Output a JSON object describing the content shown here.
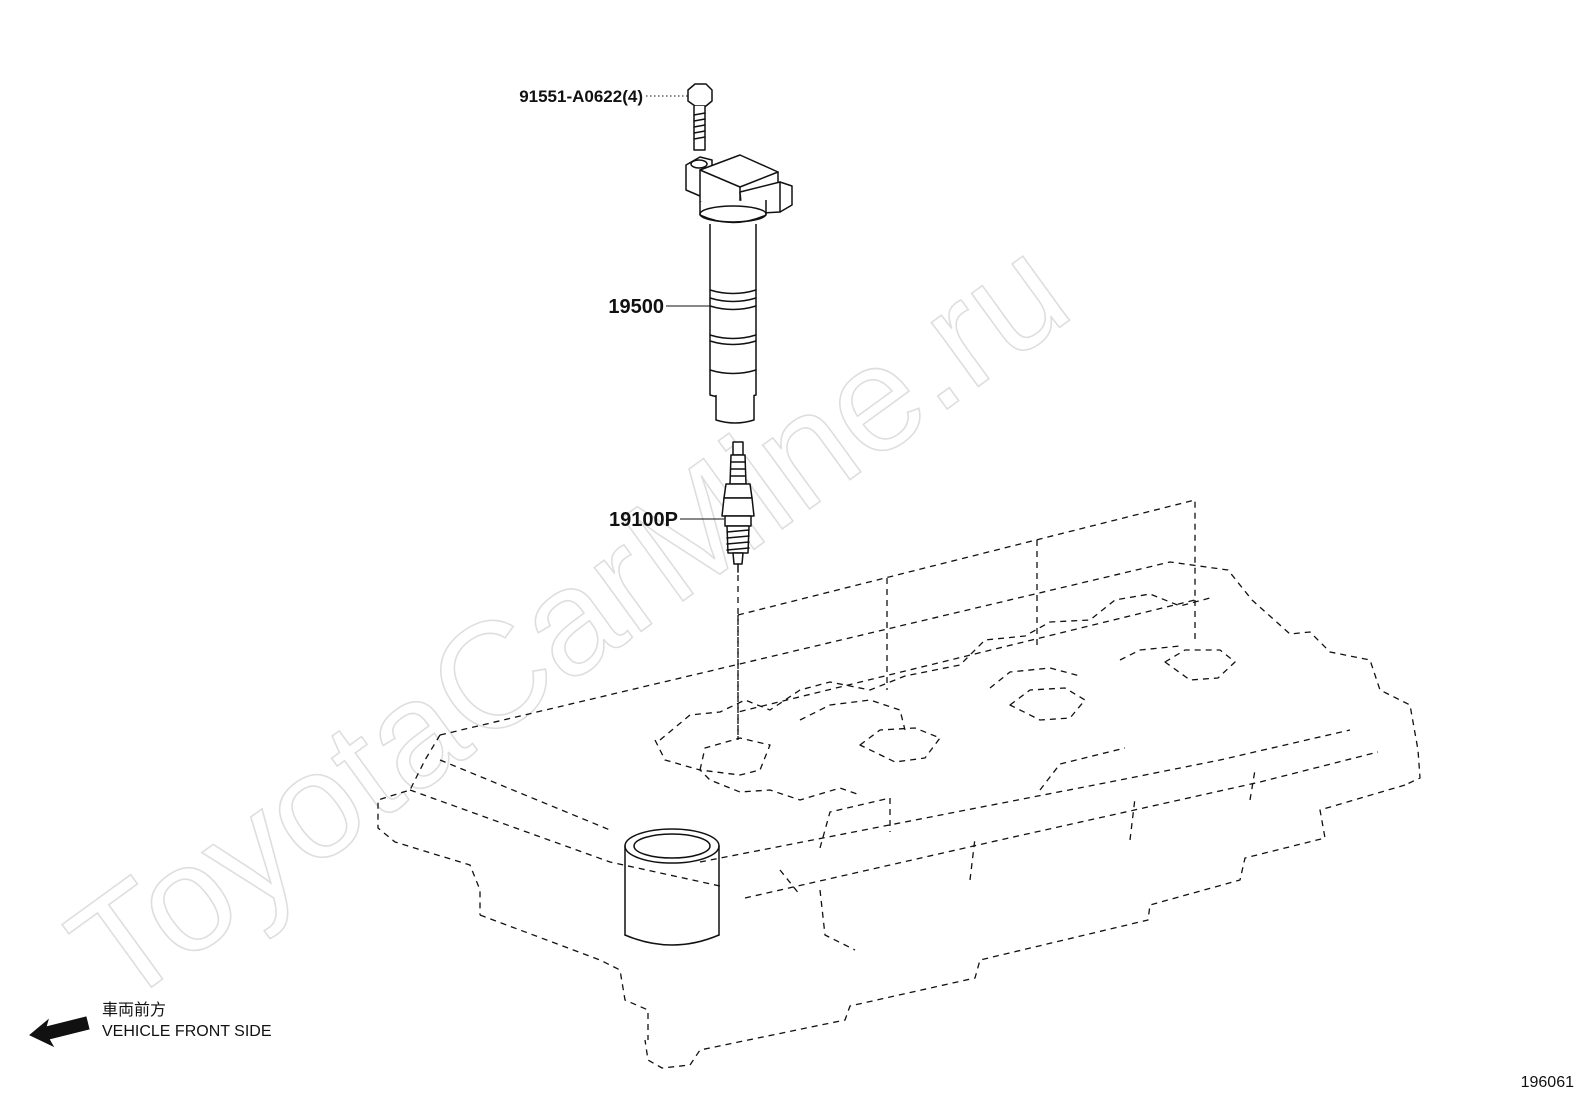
{
  "watermark": "ToyotaCarMine.ru",
  "callouts": {
    "bolt": "91551-A0622(4)",
    "ignition_coil": "19500",
    "spark_plug": "19100P"
  },
  "front_side": {
    "jp": "車両前方",
    "en": "VEHICLE FRONT SIDE"
  },
  "figure_number": "196061"
}
